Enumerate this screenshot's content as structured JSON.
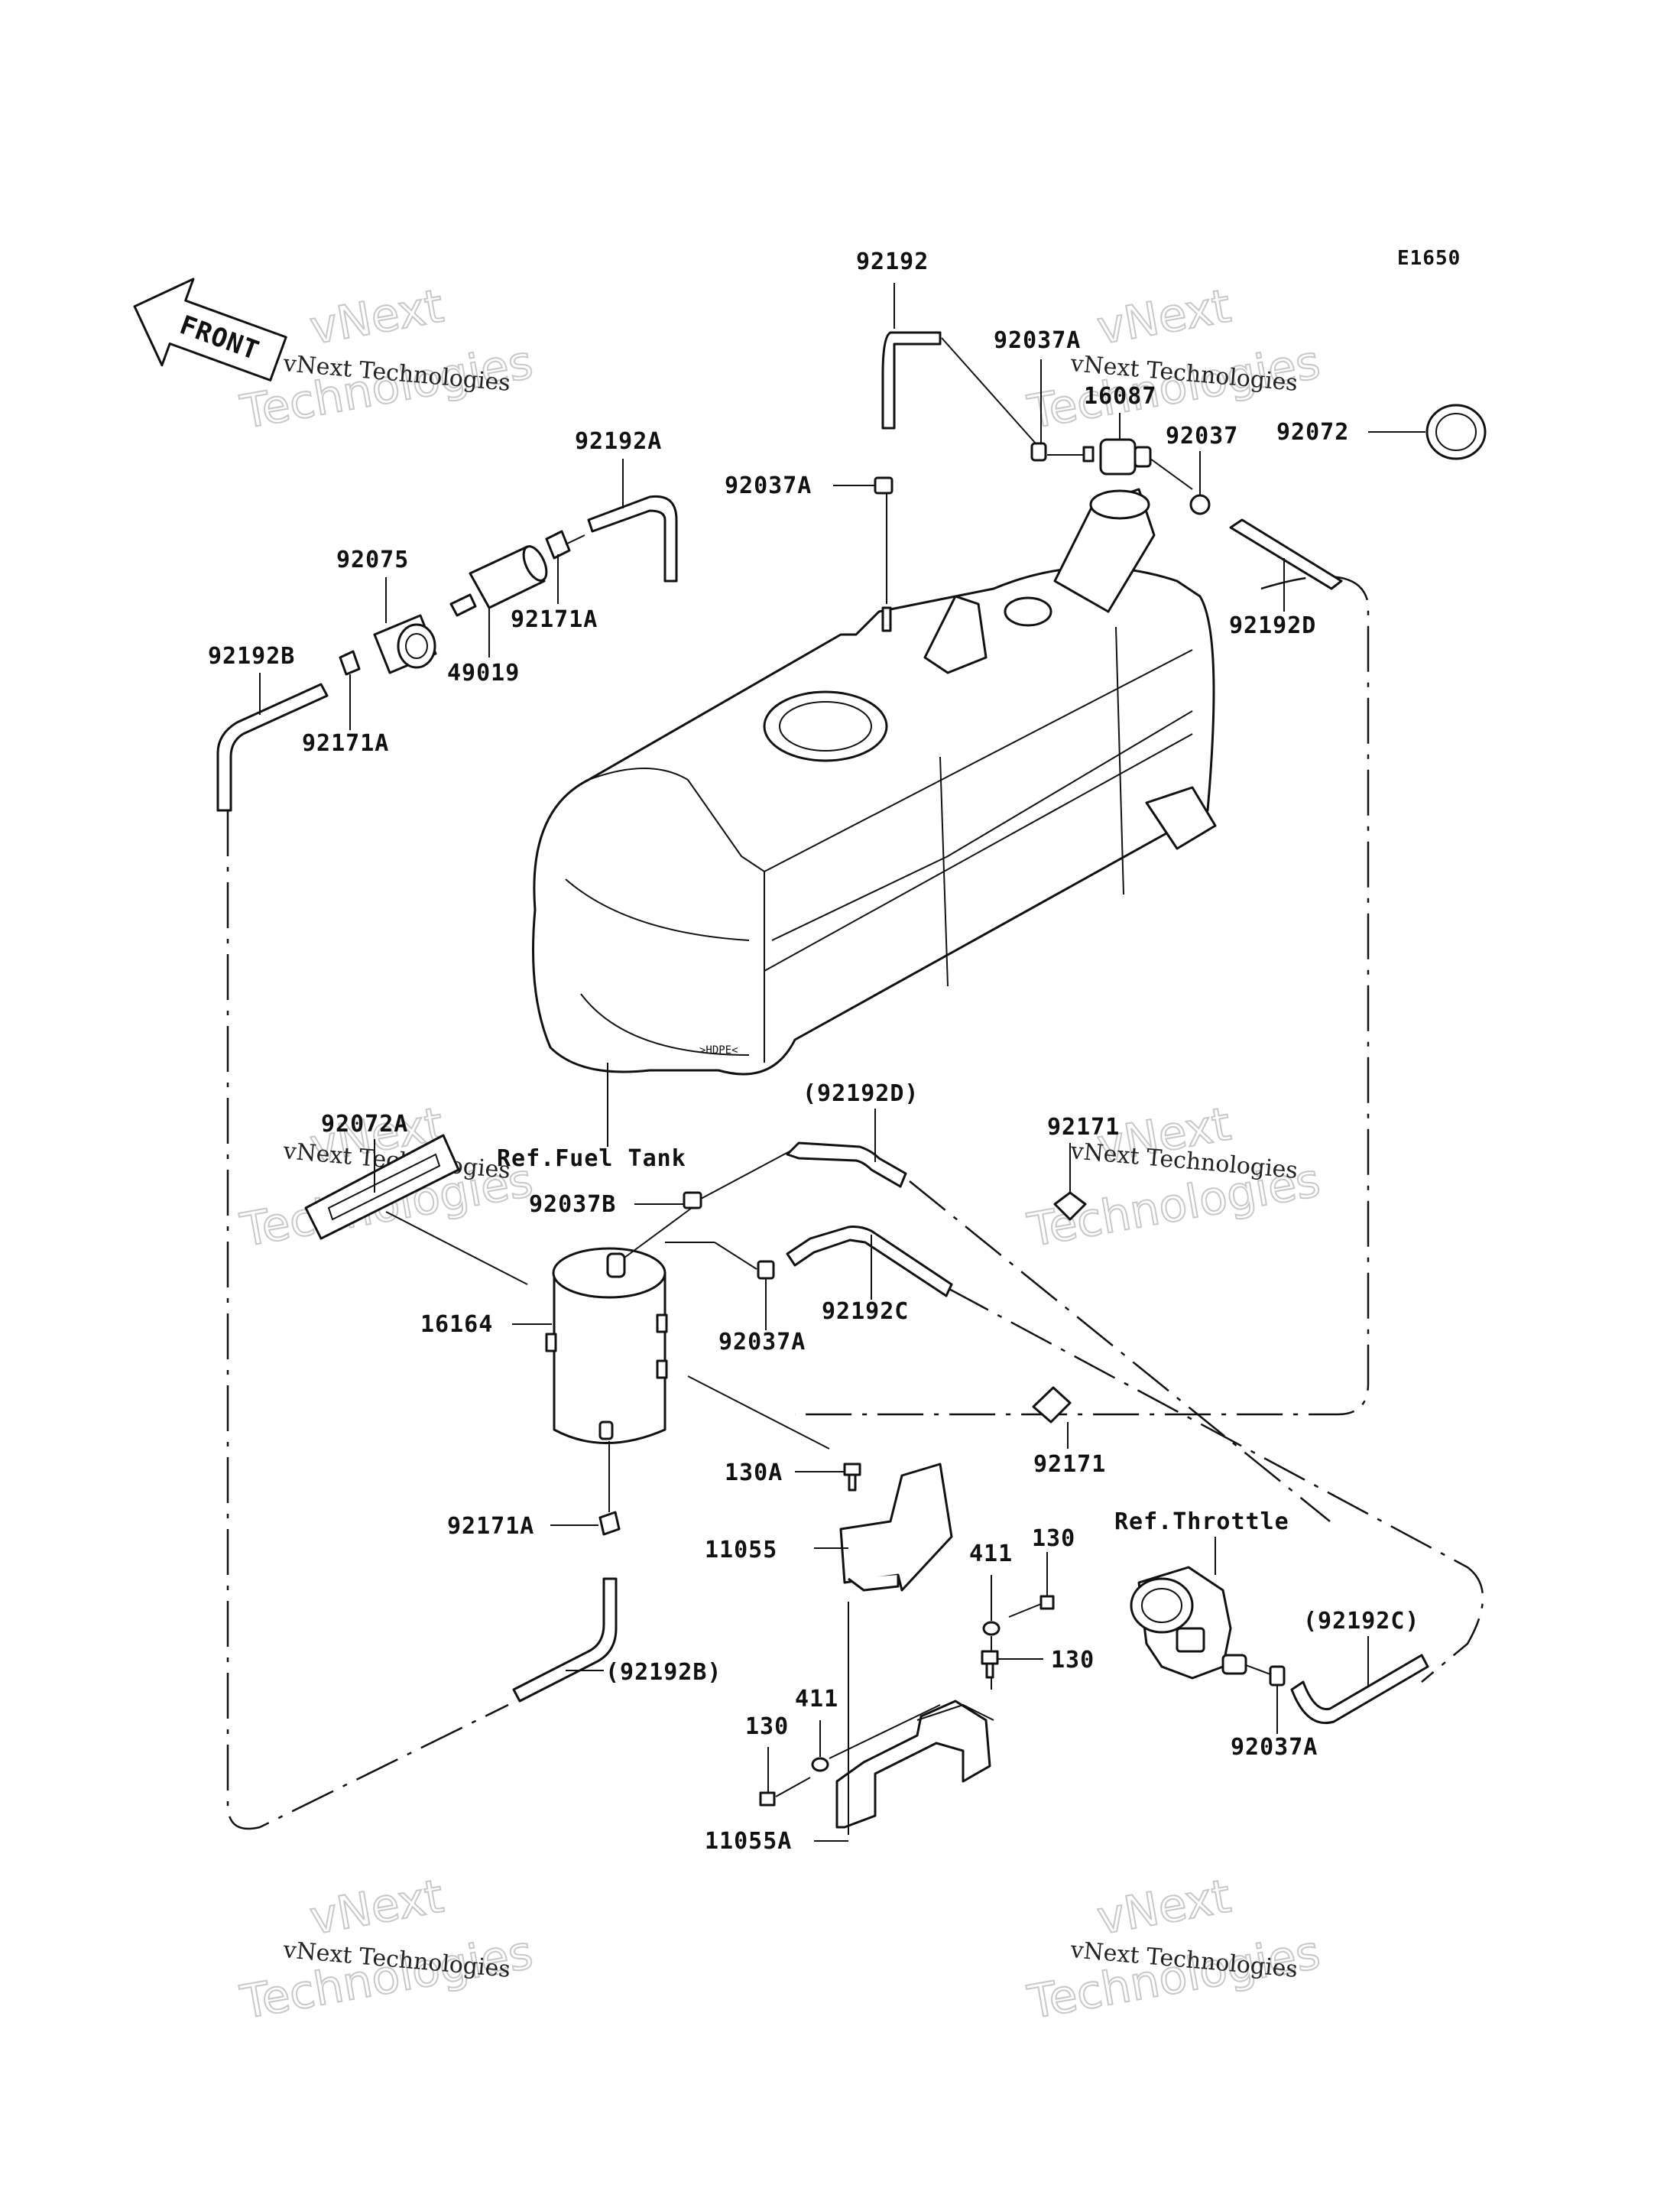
{
  "diagram_code": "E1650",
  "front_arrow": "FRONT",
  "watermark": {
    "line1": "vNext Technologies",
    "line2": "vNext",
    "line3": "Technologies"
  },
  "labels": {
    "p92192": "92192",
    "p92037A_top": "92037A",
    "p16087": "16087",
    "p92037": "92037",
    "p92072": "92072",
    "p92037A_left": "92037A",
    "p92192D": "92192D",
    "p92192A": "92192A",
    "p92075": "92075",
    "p92171A_top": "92171A",
    "p49019": "49019",
    "p92192B": "92192B",
    "p92171A_mid": "92171A",
    "ref_fuel_tank": "Ref.Fuel Tank",
    "p92192D_paren": "(92192D)",
    "p92072A": "92072A",
    "p92171_upper": "92171",
    "p92037B": "92037B",
    "p16164": "16164",
    "p92037A_lower": "92037A",
    "p92192C": "92192C",
    "p92171_lower": "92171",
    "p130A": "130A",
    "p11055": "11055",
    "p411_top": "411",
    "p130_top": "130",
    "ref_throttle": "Ref.Throttle",
    "p92171A_lower": "92171A",
    "p92192B_paren": "(92192B)",
    "p130_mid": "130",
    "p92192C_paren": "(92192C)",
    "p411_bottom": "411",
    "p130_left": "130",
    "p92037A_right": "92037A",
    "p11055A": "11055A"
  }
}
